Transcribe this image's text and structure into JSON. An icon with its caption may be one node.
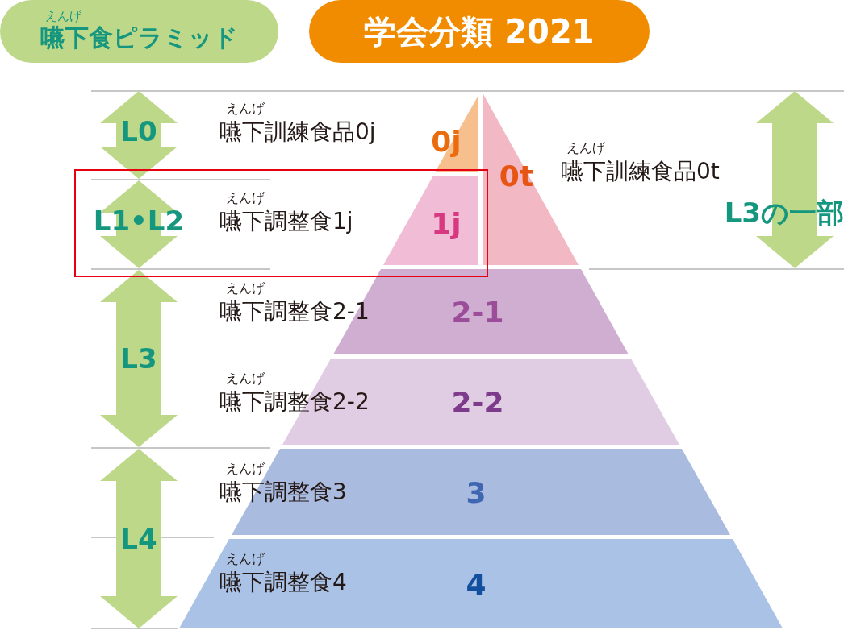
{
  "diagram": {
    "nodes": [
      {
        "text": [
          "えんげ",
          "嚥下食ピラミッド"
        ]
      },
      {
        "text": [
          "学会分類 2021"
        ]
      },
      {
        "text": [
          "0j"
        ]
      },
      {
        "text": [
          "0t"
        ]
      },
      {
        "text": [
          "1j"
        ]
      },
      {
        "text": [
          "2-1"
        ]
      },
      {
        "text": [
          "2-2"
        ]
      },
      {
        "text": [
          "3"
        ]
      },
      {
        "text": [
          "4"
        ]
      }
    ],
    "labels": [
      "えんげ",
      "嚥下訓練食品0j",
      "L0",
      "えんげ",
      "嚥下訓練食品0t",
      "L1•L2",
      "えんげ",
      "嚥下調整食1j",
      "L3の一部",
      "えんげ",
      "嚥下調整食2-1",
      "L3",
      "えんげ",
      "嚥下調整食2-2",
      "えんげ",
      "嚥下調整食3",
      "L4",
      "えんげ",
      "嚥下調整食4"
    ]
  }
}
